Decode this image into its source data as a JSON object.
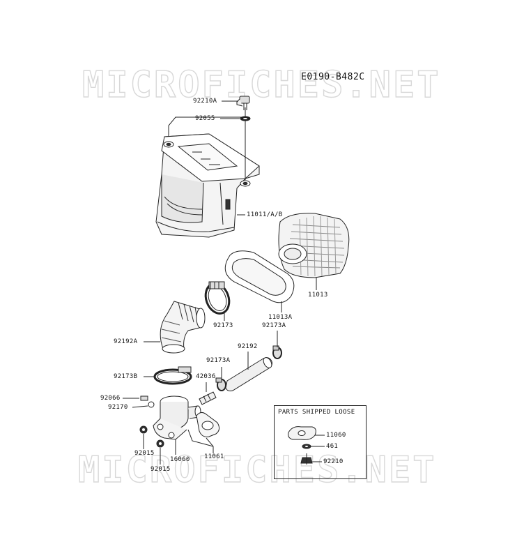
{
  "watermark": {
    "top": "MICROFICHES.NET",
    "bottom": "MICROFICHES.NET"
  },
  "diagram_code": "E0190-B482C",
  "loose_box": {
    "title": "PARTS SHIPPED LOOSE"
  },
  "parts": {
    "p92210A": "92210A",
    "p92055": "92055",
    "p11011": "11011/A/B",
    "p11013": "11013",
    "p11013A": "11013A",
    "p92173A_top": "92173A",
    "p92173": "92173",
    "p92192A": "92192A",
    "p92192": "92192",
    "p92173A_mid": "92173A",
    "p92173B": "92173B",
    "p42036": "42036",
    "p92066": "92066",
    "p92170": "92170",
    "p92015_a": "92015",
    "p92015_b": "92015",
    "p16060": "16060",
    "p11061": "11061",
    "p11060": "11060",
    "p461": "461",
    "p92210": "92210"
  }
}
